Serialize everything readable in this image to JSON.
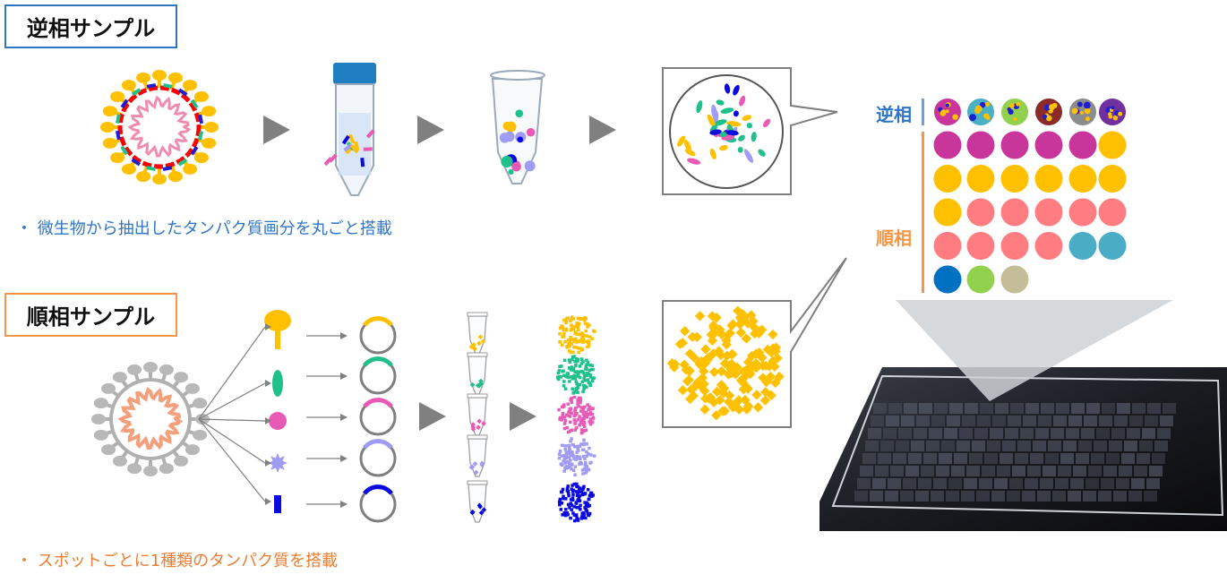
{
  "reverse_section": {
    "title": "逆相サンプル",
    "bullet": "・ 微生物から抽出したタンパク質画分を丸ごと搭載",
    "color": "#2E75C6"
  },
  "forward_section": {
    "title": "順相サンプル",
    "bullet": "・ スポットごとに1種類のタンパク質を搭載",
    "color": "#ED7D31"
  },
  "array_legend": {
    "reverse_label": "逆相",
    "forward_label": "順相",
    "reverse_spot_bg": [
      "#C8359B",
      "#4BAFC6",
      "#92D050",
      "#8B2A2A",
      "#8C8C8C",
      "#7030A0"
    ],
    "forward_spots": [
      [
        "#C8359B",
        "#C8359B",
        "#C8359B",
        "#C8359B",
        "#C8359B",
        "#FFC000"
      ],
      [
        "#FFC000",
        "#FFC000",
        "#FFC000",
        "#FFC000",
        "#FFC000",
        "#FFC000"
      ],
      [
        "#FFC000",
        "#FF7C80",
        "#FF7C80",
        "#FF7C80",
        "#FF7C80",
        "#FF7C80"
      ],
      [
        "#FF7C80",
        "#FF7C80",
        "#FF7C80",
        "#FF7C80",
        "#4BACC6",
        "#4BACC6"
      ],
      [
        "#0070C0",
        "#92D050",
        "#C4BD97"
      ]
    ]
  },
  "protein_colors": [
    "#FFC000",
    "#20C08A",
    "#E85AB5",
    "#A09CF5",
    "#0A0AE0"
  ]
}
